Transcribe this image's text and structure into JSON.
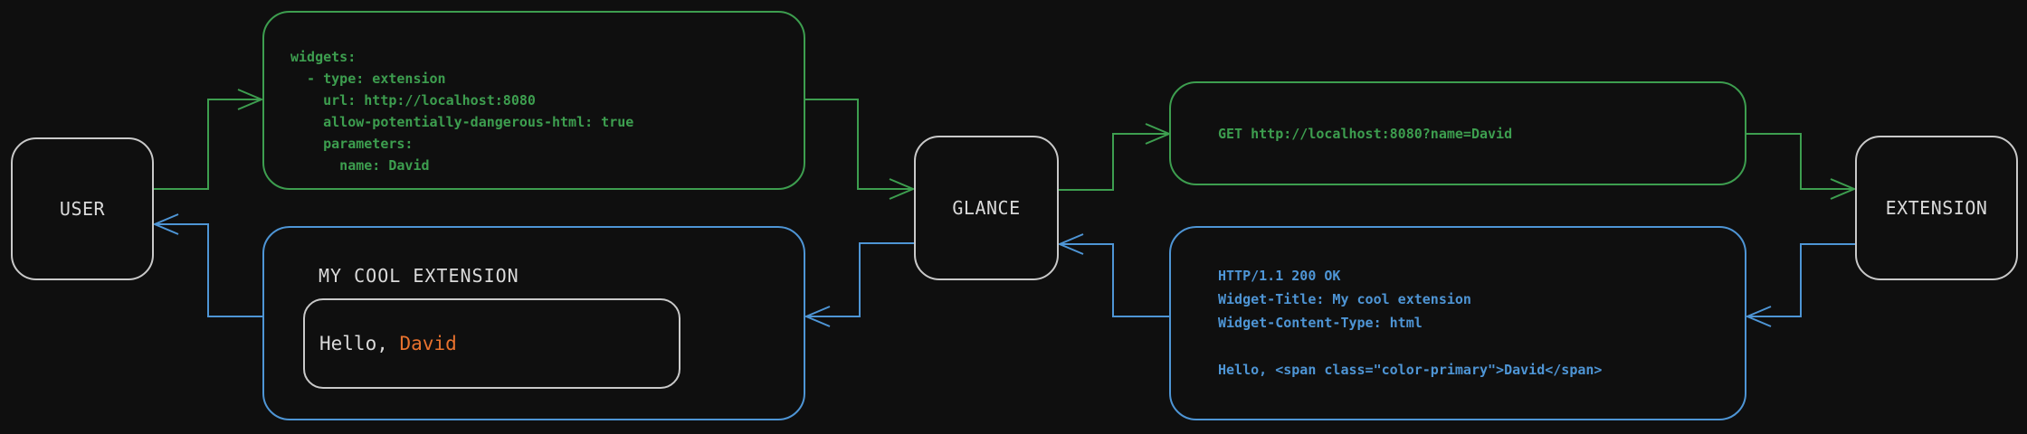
{
  "colors": {
    "background": "#0f0f0f",
    "green": "#3d9e4f",
    "blue": "#4e95d5",
    "orange": "#e8722e",
    "node_border": "#c9c9c9",
    "light_text": "#dadada"
  },
  "nodes": {
    "user": {
      "label": "USER"
    },
    "glance": {
      "label": "GLANCE"
    },
    "extension": {
      "label": "EXTENSION"
    }
  },
  "config_box": {
    "lines": [
      "widgets:",
      "  - type: extension",
      "    url: http://localhost:8080",
      "    allow-potentially-dangerous-html: true",
      "    parameters:",
      "      name: David"
    ]
  },
  "request_box": {
    "text": "GET http://localhost:8080?name=David"
  },
  "response_box": {
    "lines": [
      "HTTP/1.1 200 OK",
      "Widget-Title: My cool extension",
      "Widget-Content-Type: html",
      "",
      "Hello, <span class=\"color-primary\">David</span>"
    ]
  },
  "widget_preview": {
    "title": "MY COOL EXTENSION",
    "greeting_prefix": "Hello, ",
    "greeting_name": "David"
  }
}
